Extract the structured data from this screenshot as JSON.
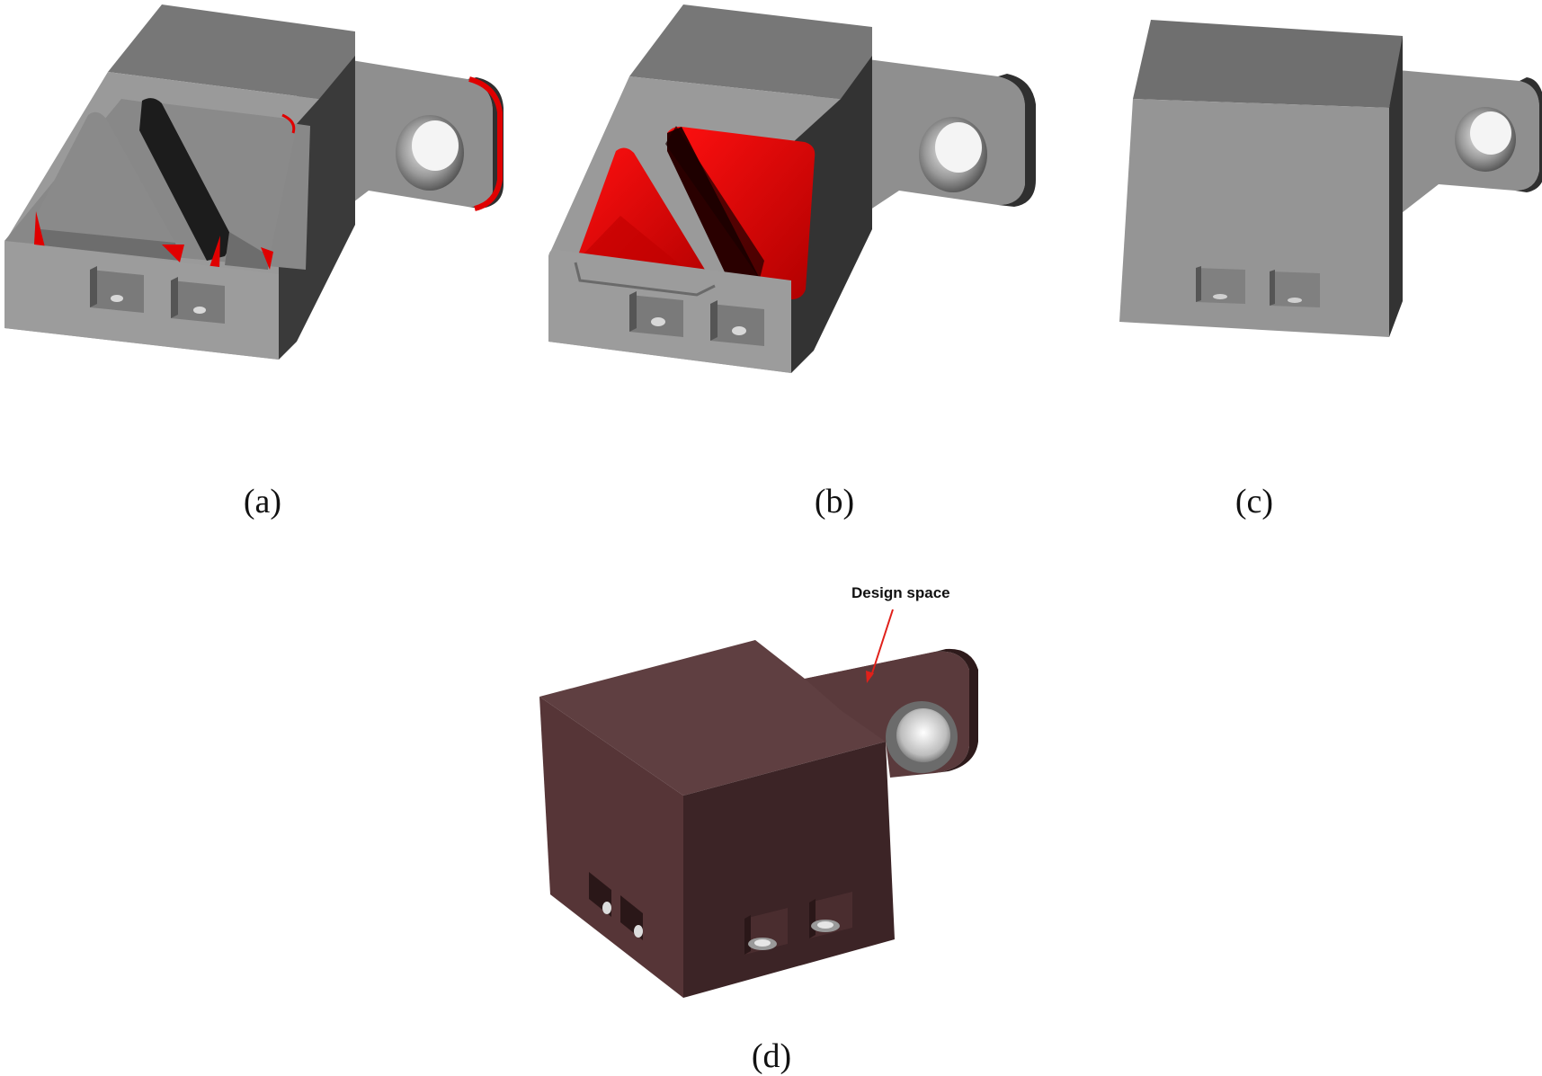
{
  "panels": [
    {
      "id": "a",
      "caption": "(a)",
      "description_color": "#8c8c8c"
    },
    {
      "id": "b",
      "caption": "(b)",
      "description_color": "#8c8c8c"
    },
    {
      "id": "c",
      "caption": "(c)",
      "description_color": "#8c8c8c"
    },
    {
      "id": "d",
      "caption": "(d)",
      "description_color": "#5a3a3c"
    }
  ],
  "annotation": {
    "label": "Design space",
    "arrow_color": "#e0201a"
  },
  "colors": {
    "part_light": "#9a9a9a",
    "part_mid": "#7c7c7c",
    "part_dark": "#3a3a3a",
    "highlight_red": "#e00000",
    "design_space_top": "#5e3e40",
    "design_space_side": "#3a2324"
  }
}
